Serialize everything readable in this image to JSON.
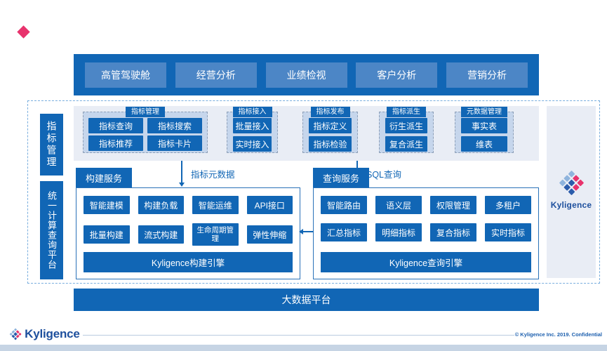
{
  "colors": {
    "primary_blue": "#1166b5",
    "banner_button_blue": "#4c86c6",
    "brand_pink": "#e8336d",
    "logo_light_blue": "#8fb4dd",
    "logo_navy": "#2b5cab",
    "panel_bg": "#e9edf5",
    "group_bg": "#c6d6ec"
  },
  "banner": {
    "apps": [
      "高管驾驶舱",
      "经营分析",
      "业绩检视",
      "客户分析",
      "营销分析"
    ]
  },
  "rails": [
    {
      "label": "指标管理"
    },
    {
      "label": "统一计算查询平台"
    }
  ],
  "groups": [
    {
      "title": "指标管理",
      "items": [
        "指标查询",
        "指标搜索",
        "指标推荐",
        "指标卡片"
      ]
    },
    {
      "title": "指标接入",
      "items": [
        "批量接入",
        "实时接入"
      ]
    },
    {
      "title": "指标发布",
      "items": [
        "指标定义",
        "指标检验"
      ]
    },
    {
      "title": "指标派生",
      "items": [
        "衍生派生",
        "复合派生"
      ]
    },
    {
      "title": "元数据管理",
      "items": [
        "事实表",
        "维表"
      ]
    }
  ],
  "flows": {
    "metadata_label": "指标元数据",
    "sql_label": "SQL查询"
  },
  "build": {
    "tab": "构建服务",
    "items": [
      "智能建模",
      "构建负载",
      "智能运维",
      "API接口",
      "批量构建",
      "流式构建",
      "生命周期管理",
      "弹性伸缩"
    ],
    "engine": "Kyligence构建引擎"
  },
  "query": {
    "tab": "查询服务",
    "items": [
      "智能路由",
      "语义层",
      "权限管理",
      "多租户",
      "汇总指标",
      "明细指标",
      "复合指标",
      "实时指标"
    ],
    "engine": "Kyligence查询引擎"
  },
  "side_panel": {
    "brand": "Kyligence"
  },
  "platform_bar": {
    "label": "大数据平台"
  },
  "footer": {
    "brand": "Kyligence",
    "copyright": "© Kyligence Inc. 2019. Confidential"
  }
}
